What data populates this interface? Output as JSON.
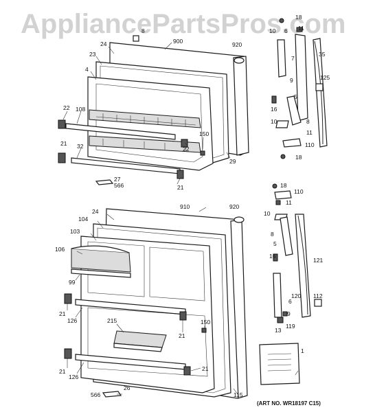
{
  "watermark": "AppliancePartsPros.com",
  "art_number": "(ART NO. WR18197 C15)",
  "callouts": {
    "c900": "900",
    "c920_top": "920",
    "c8_top": "8",
    "c24_top": "24",
    "c23": "23",
    "c4": "4",
    "c22_left": "22",
    "c108": "108",
    "c21_top_left": "21",
    "c32": "32",
    "c150_top": "150",
    "c22_right": "22",
    "c29": "29",
    "c21_top_right": "21",
    "c27": "27",
    "c566_top": "566",
    "c18_a": "18",
    "c6_top": "6",
    "c11_a": "11",
    "c10_a": "10",
    "c9_top": "9",
    "c7": "7",
    "c35": "35",
    "c125": "125",
    "c5_top": "5",
    "c16_top": "16",
    "c8_right": "8",
    "c10_b": "10",
    "c11_b": "11",
    "c110_a": "110",
    "c18_b": "18",
    "c18_c": "18",
    "c110_b": "110",
    "c11_c": "11",
    "c10_c": "10",
    "c8_mid": "8",
    "c5_mid": "5",
    "c16_mid": "16",
    "c121": "121",
    "c6_mid": "6",
    "c120": "120",
    "c112": "112",
    "c9_mid": "9",
    "c119": "119",
    "c13": "13",
    "c1": "1",
    "c910": "910",
    "c920_bottom": "920",
    "c24_bottom": "24",
    "c104": "104",
    "c103": "103",
    "c106": "106",
    "c99": "99",
    "c21_mid_left": "21",
    "c126_a": "126",
    "c215": "215",
    "c150_bottom": "150",
    "c21_mid_right": "21",
    "c21_bot_left": "21",
    "c126_b": "126",
    "c21_bot_right": "21",
    "c566_bottom": "566",
    "c26": "26",
    "c115": "115"
  }
}
